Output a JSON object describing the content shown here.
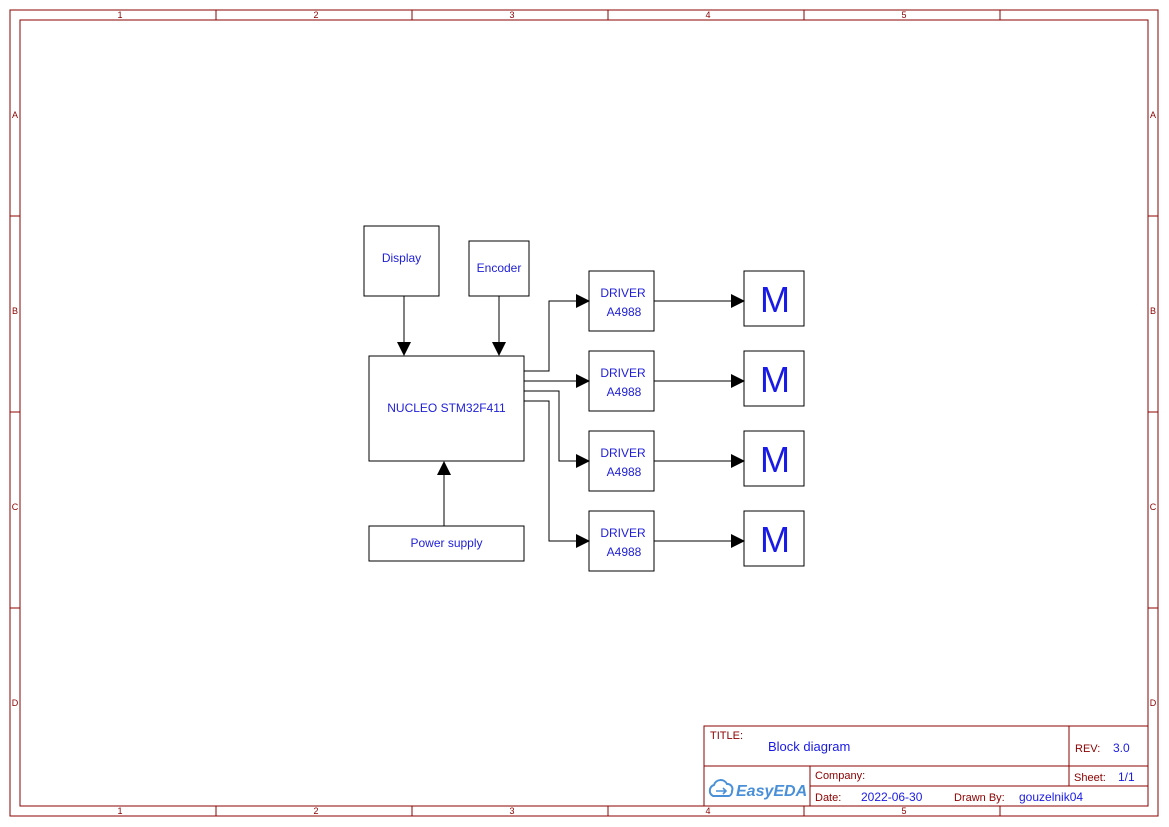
{
  "sheet": {
    "columns": [
      "1",
      "2",
      "3",
      "4",
      "5"
    ],
    "rows": [
      "A",
      "B",
      "C",
      "D"
    ]
  },
  "blocks": {
    "display": "Display",
    "encoder": "Encoder",
    "mcu": "NUCLEO STM32F411",
    "power": "Power supply",
    "drivers": [
      {
        "line1": "DRIVER",
        "line2": "A4988"
      },
      {
        "line1": "DRIVER",
        "line2": "A4988"
      },
      {
        "line1": "DRIVER",
        "line2": "A4988"
      },
      {
        "line1": "DRIVER",
        "line2": "A4988"
      }
    ],
    "motors": [
      "M",
      "M",
      "M",
      "M"
    ]
  },
  "titleblock": {
    "title_label": "TITLE:",
    "title": "Block diagram",
    "rev_label": "REV:",
    "rev": "3.0",
    "company_label": "Company:",
    "company": "",
    "sheet_label": "Sheet:",
    "sheet": "1/1",
    "date_label": "Date:",
    "date": "2022-06-30",
    "drawn_label": "Drawn By:",
    "drawn_by": "gouzelnik04",
    "logo_text": "EasyEDA",
    "colors": {
      "frame": "#8b0000",
      "text": "#1a1ae6",
      "logo": "#4a90d9"
    }
  }
}
